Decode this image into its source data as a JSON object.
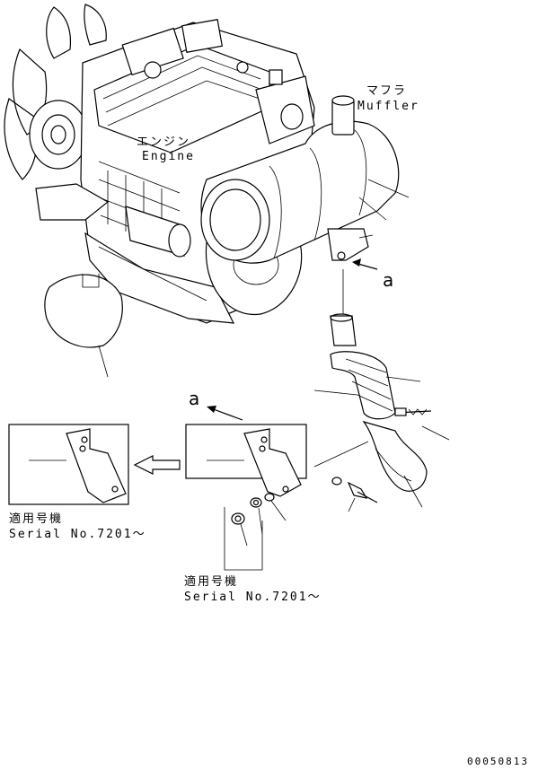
{
  "labels": {
    "engine_jp": "エンジン",
    "engine_en": "Engine",
    "muffler_jp": "マフラ",
    "muffler_en": "Muffler",
    "view_callout_top": "a",
    "view_callout_detail": "a",
    "serial_left_jp": "適用号機",
    "serial_left_en": "Serial No.7201～",
    "serial_bottom_jp": "適用号機",
    "serial_bottom_en": "Serial No.7201～"
  },
  "document_number": "00050813"
}
